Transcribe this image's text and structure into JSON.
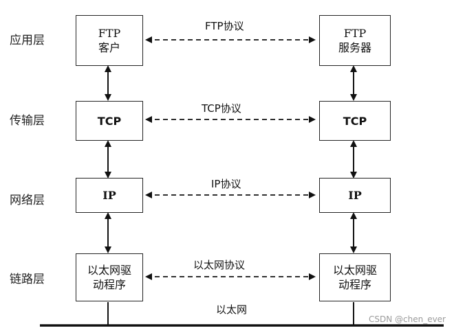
{
  "layers": [
    "应用层",
    "传输层",
    "网络层",
    "链路层"
  ],
  "left_stack": {
    "app": [
      "FTP",
      "客户"
    ],
    "transport": "TCP",
    "network": "IP",
    "link": [
      "以太网驱",
      "动程序"
    ]
  },
  "right_stack": {
    "app": [
      "FTP",
      "服务器"
    ],
    "transport": "TCP",
    "network": "IP",
    "link": [
      "以太网驱",
      "动程序"
    ]
  },
  "protocols": {
    "app": "FTP协议",
    "transport": "TCP协议",
    "network": "IP协议",
    "link": "以太网协议"
  },
  "network_label": "以太网",
  "watermark": "CSDN @chen_ever"
}
